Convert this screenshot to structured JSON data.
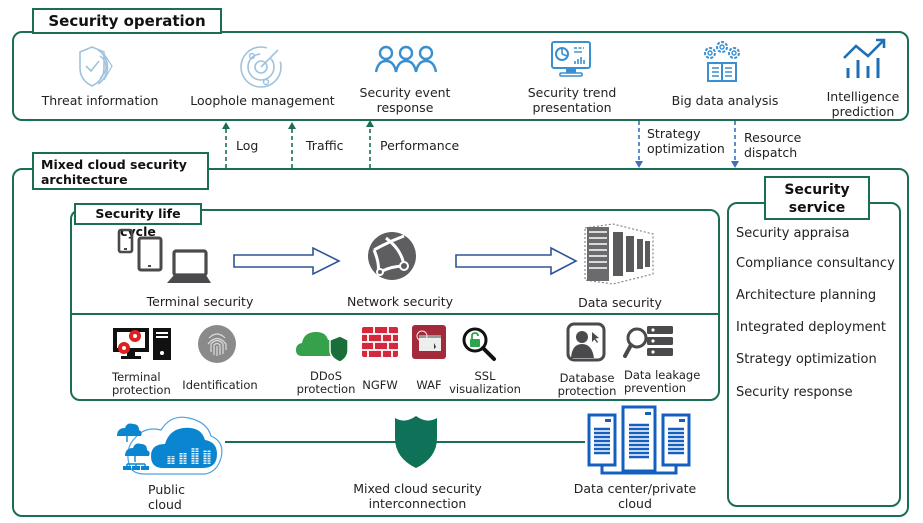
{
  "colors": {
    "frame_green": "#1a6e55",
    "up_arrow_green": "#1a6e55",
    "down_arrow_blue": "#3a6fc4",
    "ops_icon_blue": "#3a8fd0",
    "ops_icon_light_blue": "#9fc3df",
    "flow_arrow_blue": "#2f5597",
    "device_gray": "#4a4a4c",
    "cloud_blue": "#0a86d0",
    "shield_green": "#0f7157",
    "server_blue": "#1460c0",
    "ngfw_red": "#d6283c",
    "waf_red": "#a32a3a",
    "ddos_green": "#35a14a"
  },
  "security_operation": {
    "title": "Security operation",
    "items": [
      {
        "icon": "shield-radar-icon",
        "label": "Threat information"
      },
      {
        "icon": "radar-icon",
        "label": "Loophole management"
      },
      {
        "icon": "people-group-icon",
        "label_line1": "Security event",
        "label_line2": "response"
      },
      {
        "icon": "monitor-chart-icon",
        "label_line1": "Security trend",
        "label_line2": "presentation"
      },
      {
        "icon": "gears-book-icon",
        "label": "Big data analysis"
      },
      {
        "icon": "trend-chart-icon",
        "label_line1": "Intelligence",
        "label_line2": "prediction"
      }
    ]
  },
  "flows": {
    "up": [
      {
        "label": "Log"
      },
      {
        "label": "Traffic"
      },
      {
        "label": "Performance"
      }
    ],
    "down": [
      {
        "label_line1": "Strategy",
        "label_line2": "optimization"
      },
      {
        "label_line1": "Resource",
        "label_line2": "dispatch"
      }
    ]
  },
  "architecture": {
    "title_line1": "Mixed cloud security",
    "title_line2": "architecture",
    "life_cycle": {
      "title": "Security life cycle",
      "stages": [
        {
          "icon": "devices-icon",
          "label": "Terminal security"
        },
        {
          "icon": "network-globe-icon",
          "label": "Network security"
        },
        {
          "icon": "server-rack-icon",
          "label": "Data security"
        }
      ],
      "capabilities": [
        {
          "icon": "terminal-protection-icon",
          "label_line1": "Terminal",
          "label_line2": "protection"
        },
        {
          "icon": "fingerprint-icon",
          "label": "Identification"
        },
        {
          "icon": "ddos-cloud-shield-icon",
          "label_line1": "DDoS",
          "label_line2": "protection"
        },
        {
          "icon": "firewall-icon",
          "label": "NGFW"
        },
        {
          "icon": "waf-icon",
          "label": "WAF"
        },
        {
          "icon": "ssl-lock-magnifier-icon",
          "label_line1": "SSL",
          "label_line2": "visualization"
        },
        {
          "icon": "database-user-icon",
          "label_line1": "Database",
          "label_line2": "protection"
        },
        {
          "icon": "data-leak-search-icon",
          "label_line1": "Data leakage",
          "label_line2": "prevention"
        }
      ]
    },
    "bottom": [
      {
        "icon": "public-cloud-icon",
        "label_line1": "Public",
        "label_line2": "cloud"
      },
      {
        "icon": "shield-icon",
        "label_line1": "Mixed cloud security",
        "label_line2": "interconnection"
      },
      {
        "icon": "data-center-icon",
        "label_line1": "Data center/private",
        "label_line2": "cloud"
      }
    ]
  },
  "security_service": {
    "title_line1": "Security",
    "title_line2": "service",
    "items": [
      "Security appraisa",
      "Compliance consultancy",
      "Architecture planning",
      "Integrated deployment",
      "Strategy optimization",
      "Security response"
    ]
  }
}
